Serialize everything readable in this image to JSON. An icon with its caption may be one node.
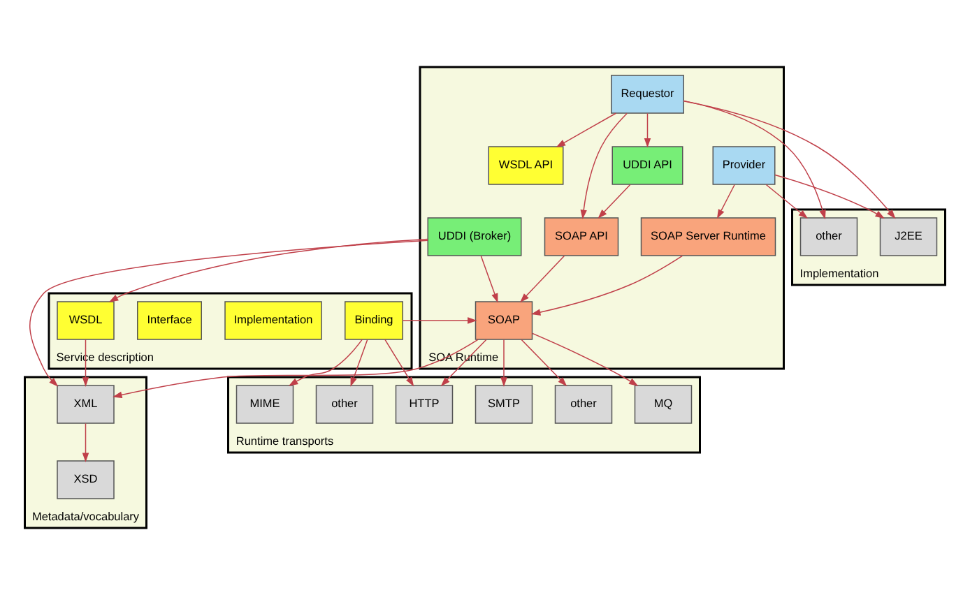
{
  "diagram": {
    "nodes": [
      {
        "text": [
          "Metadata/vocabulary"
        ]
      },
      {
        "text": [
          "XSD"
        ],
        "in": 0
      },
      {
        "text": [
          "XML"
        ],
        "in": 0
      },
      {
        "text": [
          "Service description"
        ]
      },
      {
        "text": [
          "WSDL"
        ],
        "in": 3
      },
      {
        "text": [
          "Implementation"
        ],
        "in": 3
      },
      {
        "text": [
          "Interface"
        ],
        "in": 3
      },
      {
        "text": [
          "Binding"
        ],
        "in": 3
      },
      {
        "text": [
          "Runtime transports"
        ]
      },
      {
        "text": [
          "HTTP"
        ],
        "in": 8
      },
      {
        "text": [
          "MIME"
        ],
        "in": 8
      },
      {
        "text": [
          "other"
        ],
        "in": 8
      },
      {
        "text": [
          "SMTP"
        ],
        "in": 8
      },
      {
        "text": [
          "MQ"
        ],
        "in": 8
      },
      {
        "text": [
          "other"
        ],
        "in": 8
      },
      {
        "text": [
          "SOA Runtime"
        ]
      },
      {
        "text": [
          "UDDI (Broker)"
        ],
        "in": 15
      },
      {
        "text": [
          "SOAP"
        ],
        "in": 15
      },
      {
        "text": [
          "UDDI API"
        ],
        "in": 15
      },
      {
        "text": [
          "SOAP API"
        ],
        "in": 15
      },
      {
        "text": [
          "SOAP Server Runtime"
        ],
        "in": 15
      },
      {
        "text": [
          "WSDL API"
        ],
        "in": 15
      },
      {
        "text": [
          "Requestor"
        ],
        "in": 15
      },
      {
        "text": [
          "Provider"
        ],
        "in": 15
      },
      {
        "text": [
          "Implementation"
        ]
      },
      {
        "text": [
          "J2EE"
        ],
        "in": 24
      },
      {
        "text": [
          "other"
        ],
        "in": 24
      }
    ],
    "edges": [
      {
        "from": 2,
        "to": 1,
        "arrow": "to"
      },
      {
        "from": 4,
        "to": 2,
        "arrow": "to"
      },
      {
        "from": 16,
        "to": 2,
        "arrow": "to"
      },
      {
        "from": 16,
        "to": 4,
        "arrow": "to"
      },
      {
        "from": 17,
        "to": 2,
        "arrow": "to"
      },
      {
        "from": 16,
        "to": 17,
        "arrow": "to"
      },
      {
        "from": 7,
        "to": 9,
        "arrow": "to"
      },
      {
        "from": 7,
        "to": 10,
        "arrow": "to"
      },
      {
        "from": 7,
        "to": 11,
        "arrow": "to"
      },
      {
        "from": 7,
        "to": 17,
        "arrow": "to"
      },
      {
        "from": 17,
        "to": 9,
        "arrow": "to"
      },
      {
        "from": 17,
        "to": 12,
        "arrow": "to"
      },
      {
        "from": 17,
        "to": 13,
        "arrow": "to"
      },
      {
        "from": 17,
        "to": 14,
        "arrow": "to"
      },
      {
        "from": 18,
        "to": 19,
        "arrow": "to"
      },
      {
        "from": 19,
        "to": 17,
        "arrow": "to"
      },
      {
        "from": 20,
        "to": 17,
        "arrow": "to"
      },
      {
        "from": 22,
        "to": 18,
        "arrow": "to"
      },
      {
        "from": 22,
        "to": 19,
        "arrow": "to"
      },
      {
        "from": 22,
        "to": 21,
        "arrow": "to"
      },
      {
        "from": 23,
        "to": 20,
        "arrow": "to"
      },
      {
        "from": 22,
        "to": 25,
        "arrow": "to"
      },
      {
        "from": 22,
        "to": 26,
        "arrow": "to"
      },
      {
        "from": 23,
        "to": 25,
        "arrow": "to"
      },
      {
        "from": 23,
        "to": 26,
        "arrow": "to"
      }
    ]
  }
}
